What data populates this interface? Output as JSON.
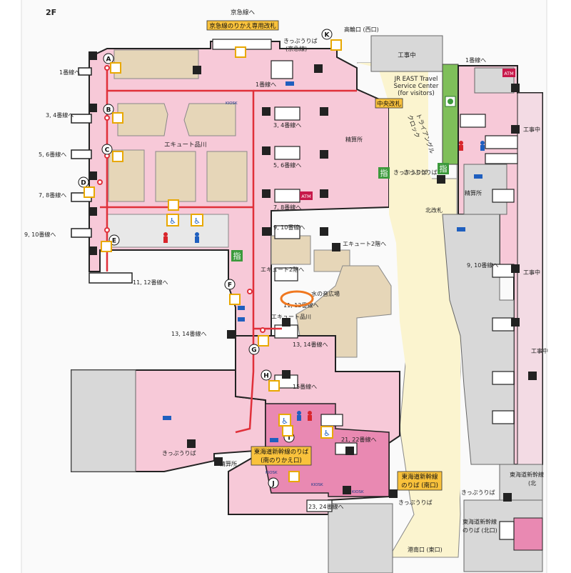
{
  "floor": "2F",
  "colors": {
    "corridor_pink": "#f7c9d8",
    "platform_pink": "#e989b2",
    "kiosk_tan": "#e6d6b8",
    "concourse_yellow": "#fbf4cf",
    "closed_gray": "#d8d8d8",
    "route_red": "#e0303a",
    "green_window": "#7fbf5a",
    "highlight_orange": "#f07820",
    "gate_label_bg": "#f9c23c"
  },
  "icons": [
    "escalator-icon",
    "elevator-icon",
    "accessible-toilet-icon",
    "toilet-icon",
    "atm-icon",
    "ticket-window-icon",
    "green-window-icon"
  ],
  "labels": {
    "keikyu_line": "京急線へ",
    "keikyu_transfer_gate": "京急線のりかえ専用改札",
    "ticket_machine_keikyu": "きっぷうりば",
    "ticket_machine_keikyu_sub": "(京急線)",
    "takanawa_west": "高輪口 (西口)",
    "under_construction_top": "工事中",
    "jr_travel_center": "JR EAST Travel",
    "jr_travel_center_2": "Service Center",
    "jr_travel_center_3": "(for visitors)",
    "platform_1_left": "1番線へ",
    "platform_1_mid": "1番線へ",
    "platform_1_right": "1番線へ",
    "central_gate": "中央改札",
    "triangle_clock": "トライアングル",
    "triangle_clock_2": "クロック",
    "under_construction_right": "工事中",
    "under_construction_right_2": "工事中",
    "under_construction_right_3": "工事中",
    "platform_34_left": "3, 4番線へ",
    "platform_34_mid": "3, 4番線へ",
    "fare_adjust_1": "精算所",
    "ecute_shinagawa": "エキュート品川",
    "platform_56_left": "5, 6番線へ",
    "platform_56_mid": "5, 6番線へ",
    "ticket_machine_1": "きっぷうりば",
    "reserved_1": "指",
    "reserved_2": "指",
    "fare_adjust_2": "精算所",
    "platform_78_left": "7, 8番線へ",
    "platform_78_mid": "7, 8番線へ",
    "north_gate": "北改札",
    "platform_910_left": "9, 10番線へ",
    "platform_910_mid": "9, 10番線へ",
    "platform_910_right": "9, 10番線へ",
    "ecute_2f": "エキュート2階へ",
    "ecute_2f_b": "エキュート2階へ",
    "water_plaza": "水の音広場",
    "platform_1112_left": "11, 12番線へ",
    "platform_1112_mid": "11, 12番線へ",
    "ecute_shinagawa_2": "エキュート品川",
    "platform_1314_left": "13, 14番線へ",
    "platform_1314_mid": "13, 14番線へ",
    "platform_15": "15番線へ",
    "platform_2122": "21, 22番線へ",
    "ticket_machine_2": "きっぷうりば",
    "fare_adjust_3": "精算所",
    "tokaido_south_transfer": "東海道新幹線のりば",
    "tokaido_south_transfer_2": "(南のりかえ口)",
    "tokaido_south": "東海道新幹線",
    "tokaido_south_2": "のりば (南口)",
    "ticket_machine_3": "きっぷうりば",
    "ticket_machine_4": "きっぷうりば",
    "ticket_machine_5": "きっぷうりば",
    "tokaido_north_right": "東海道新幹線",
    "tokaido_north_right_2": "(北",
    "platform_2324": "23, 24番線へ",
    "tokaido_north": "東海道新幹線",
    "tokaido_north_2": "のりば (北口)",
    "konan_east": "港南口 (東口)",
    "kiosk": "KIOSK",
    "atm": "ATM"
  },
  "elevators": [
    "A",
    "B",
    "C",
    "D",
    "E",
    "F",
    "G",
    "H",
    "I",
    "J",
    "K"
  ]
}
